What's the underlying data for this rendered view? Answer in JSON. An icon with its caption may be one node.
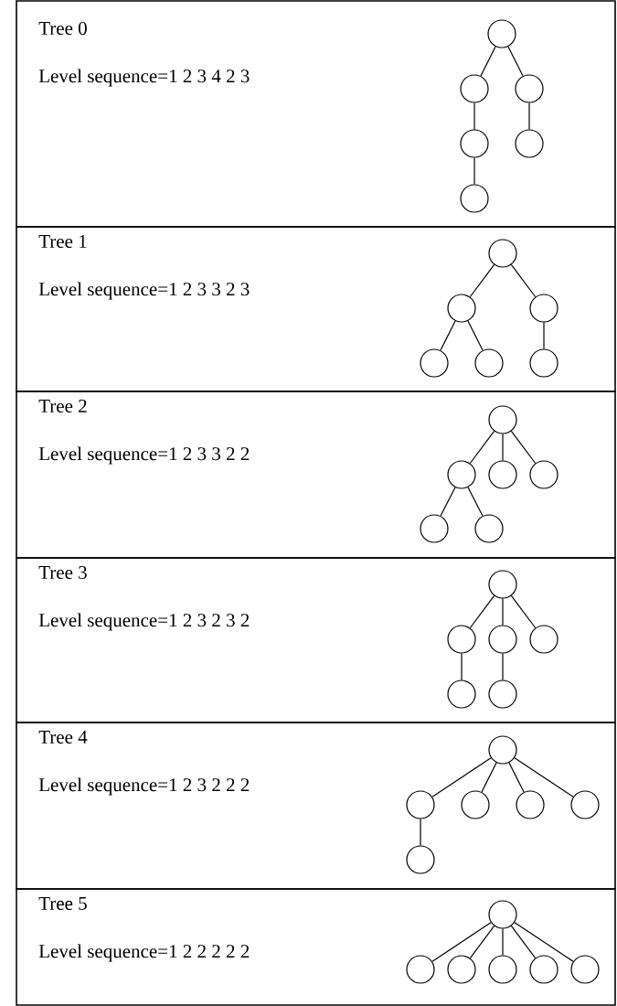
{
  "diagram": {
    "nodes": [
      {
        "text": [
          "Tree 0",
          "Level sequence=1 2 3 4 2 3"
        ]
      },
      {
        "text": [],
        "shape": "circle",
        "in": 0
      },
      {
        "text": [],
        "shape": "circle",
        "in": 0
      },
      {
        "text": [],
        "shape": "circle",
        "in": 0
      },
      {
        "text": [],
        "shape": "circle",
        "in": 0
      },
      {
        "text": [],
        "shape": "circle",
        "in": 0
      },
      {
        "text": [],
        "shape": "circle",
        "in": 0
      },
      {
        "text": [
          "Tree 1",
          "Level sequence=1 2 3 3 2 3"
        ]
      },
      {
        "text": [],
        "shape": "circle",
        "in": 7
      },
      {
        "text": [],
        "shape": "circle",
        "in": 7
      },
      {
        "text": [],
        "shape": "circle",
        "in": 7
      },
      {
        "text": [],
        "shape": "circle",
        "in": 7
      },
      {
        "text": [],
        "shape": "circle",
        "in": 7
      },
      {
        "text": [],
        "shape": "circle",
        "in": 7
      },
      {
        "text": [
          "Tree 2",
          "Level sequence=1 2 3 3 2 2"
        ]
      },
      {
        "text": [],
        "shape": "circle",
        "in": 14
      },
      {
        "text": [],
        "shape": "circle",
        "in": 14
      },
      {
        "text": [],
        "shape": "circle",
        "in": 14
      },
      {
        "text": [],
        "shape": "circle",
        "in": 14
      },
      {
        "text": [],
        "shape": "circle",
        "in": 14
      },
      {
        "text": [],
        "shape": "circle",
        "in": 14
      },
      {
        "text": [
          "Tree 3",
          "Level sequence=1 2 3 2 3 2"
        ]
      },
      {
        "text": [],
        "shape": "circle",
        "in": 21
      },
      {
        "text": [],
        "shape": "circle",
        "in": 21
      },
      {
        "text": [],
        "shape": "circle",
        "in": 21
      },
      {
        "text": [],
        "shape": "circle",
        "in": 21
      },
      {
        "text": [],
        "shape": "circle",
        "in": 21
      },
      {
        "text": [],
        "shape": "circle",
        "in": 21
      },
      {
        "text": [
          "Tree 4",
          "Level sequence=1 2 3 2 2 2"
        ]
      },
      {
        "text": [],
        "shape": "circle",
        "in": 28
      },
      {
        "text": [],
        "shape": "circle",
        "in": 28
      },
      {
        "text": [],
        "shape": "circle",
        "in": 28
      },
      {
        "text": [],
        "shape": "circle",
        "in": 28
      },
      {
        "text": [],
        "shape": "circle",
        "in": 28
      },
      {
        "text": [],
        "shape": "circle",
        "in": 28
      },
      {
        "text": [
          "Tree 5",
          "Level sequence=1 2 2 2 2 2"
        ]
      },
      {
        "text": [],
        "shape": "circle",
        "in": 35
      },
      {
        "text": [],
        "shape": "circle",
        "in": 35
      },
      {
        "text": [],
        "shape": "circle",
        "in": 35
      },
      {
        "text": [],
        "shape": "circle",
        "in": 35
      },
      {
        "text": [],
        "shape": "circle",
        "in": 35
      },
      {
        "text": [],
        "shape": "circle",
        "in": 35
      }
    ],
    "edges": [
      {
        "from": 1,
        "to": 2,
        "arrow": "none"
      },
      {
        "from": 1,
        "to": 3,
        "arrow": "none"
      },
      {
        "from": 2,
        "to": 4,
        "arrow": "none"
      },
      {
        "from": 3,
        "to": 5,
        "arrow": "none"
      },
      {
        "from": 4,
        "to": 6,
        "arrow": "none"
      },
      {
        "from": 8,
        "to": 9,
        "arrow": "none"
      },
      {
        "from": 8,
        "to": 10,
        "arrow": "none"
      },
      {
        "from": 9,
        "to": 11,
        "arrow": "none"
      },
      {
        "from": 9,
        "to": 12,
        "arrow": "none"
      },
      {
        "from": 10,
        "to": 13,
        "arrow": "none"
      },
      {
        "from": 15,
        "to": 16,
        "arrow": "none"
      },
      {
        "from": 15,
        "to": 17,
        "arrow": "none"
      },
      {
        "from": 15,
        "to": 18,
        "arrow": "none"
      },
      {
        "from": 16,
        "to": 19,
        "arrow": "none"
      },
      {
        "from": 16,
        "to": 20,
        "arrow": "none"
      },
      {
        "from": 22,
        "to": 23,
        "arrow": "none"
      },
      {
        "from": 22,
        "to": 24,
        "arrow": "none"
      },
      {
        "from": 22,
        "to": 25,
        "arrow": "none"
      },
      {
        "from": 23,
        "to": 26,
        "arrow": "none"
      },
      {
        "from": 24,
        "to": 27,
        "arrow": "none"
      },
      {
        "from": 29,
        "to": 30,
        "arrow": "none"
      },
      {
        "from": 29,
        "to": 31,
        "arrow": "none"
      },
      {
        "from": 29,
        "to": 32,
        "arrow": "none"
      },
      {
        "from": 29,
        "to": 33,
        "arrow": "none"
      },
      {
        "from": 30,
        "to": 34,
        "arrow": "none"
      },
      {
        "from": 36,
        "to": 37,
        "arrow": "none"
      },
      {
        "from": 36,
        "to": 38,
        "arrow": "none"
      },
      {
        "from": 36,
        "to": 39,
        "arrow": "none"
      },
      {
        "from": 36,
        "to": 40,
        "arrow": "none"
      },
      {
        "from": 36,
        "to": 41,
        "arrow": "none"
      }
    ]
  }
}
